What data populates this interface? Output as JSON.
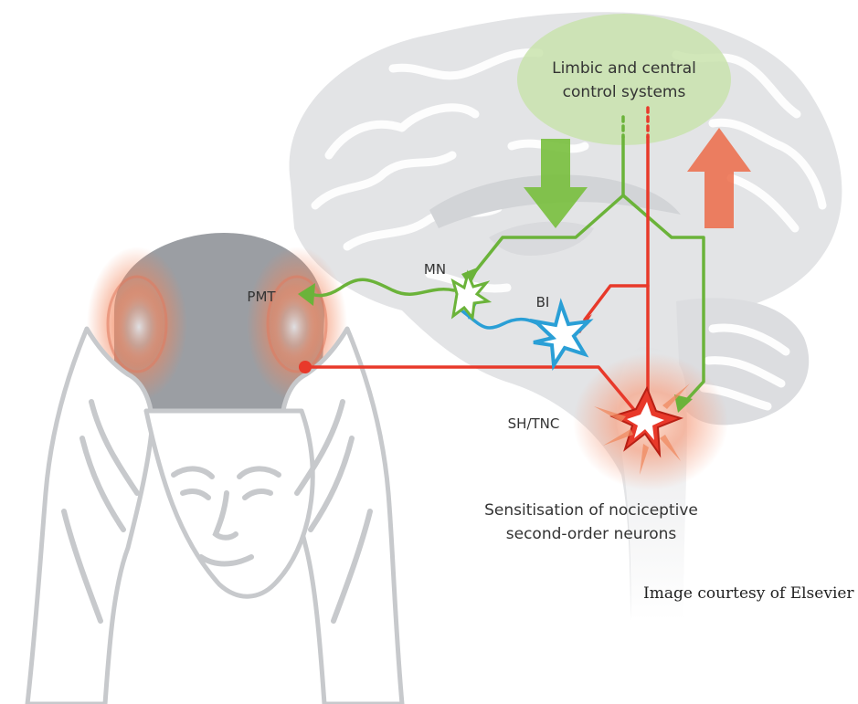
{
  "diagram": {
    "labels": {
      "limbic": [
        "Limbic and central",
        "control systems"
      ],
      "mn": "MN",
      "pmt": "PMT",
      "bi": "BI",
      "shtnc": "SH/TNC",
      "sensitisation": [
        "Sensitisation of nociceptive",
        "second-order neurons"
      ]
    },
    "credit": "Image courtesy of Elsevier",
    "colors": {
      "green": "#6bb33a",
      "red": "#e8392a",
      "blue": "#2a9fd6",
      "brain": "#e3e4e6",
      "head": "#9b9ea3",
      "limbic_zone": "#c9e3ad",
      "down_arrow": "#78bf3d",
      "up_arrow": "#ec6b48"
    },
    "icons": [
      "brain-outline",
      "head-with-hands",
      "neuron-star",
      "down-arrow",
      "up-arrow"
    ]
  }
}
